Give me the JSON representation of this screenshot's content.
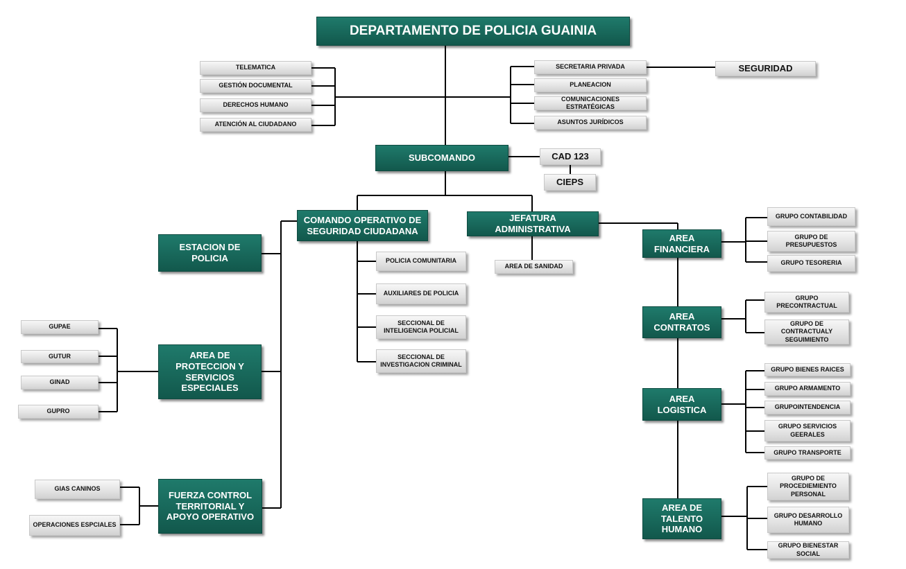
{
  "title": "DEPARTAMENTO DE POLICIA GUAINIA",
  "staff_left": [
    "TELEMATICA",
    "GESTIÓN DOCUMENTAL",
    "DERECHOS HUMANO",
    "ATENCIÓN AL CIUDADANO"
  ],
  "staff_right": [
    "SECRETARIA PRIVADA",
    "PLANEACION",
    "COMUNICACIONES ESTRATÉGICAS",
    "ASUNTOS JURÍDICOS"
  ],
  "seguridad": "SEGURIDAD",
  "subcomando": "SUBCOMANDO",
  "cad": "CAD 123",
  "cieps": "CIEPS",
  "comando": "COMANDO OPERATIVO DE SEGURIDAD CIUDADANA",
  "comando_units": [
    "POLICIA COMUNITARIA",
    "AUXILIARES DE POLICIA",
    "SECCIONAL DE INTELIGENCIA POLICIAL",
    "SECCIONAL DE INVESTIGACION CRIMINAL"
  ],
  "estacion": "ESTACION DE POLICIA",
  "proteccion": "AREA DE PROTECCION Y SERVICIOS ESPECIALES",
  "proteccion_groups": [
    "GUPAE",
    "GUTUR",
    "GINAD",
    "GUPRO"
  ],
  "fuerza": "FUERZA CONTROL TERRITORIAL Y APOYO OPERATIVO",
  "fuerza_groups": [
    "GIAS CANINOS",
    "OPERACIONES ESPCIALES"
  ],
  "jefatura": "JEFATURA ADMINISTRATIVA",
  "sanidad": "AREA DE SANIDAD",
  "financiera": "AREA FINANCIERA",
  "financiera_groups": [
    "GRUPO CONTABILIDAD",
    "GRUPO DE PRESUPUESTOS",
    "GRUPO TESORERIA"
  ],
  "contratos": "AREA CONTRATOS",
  "contratos_groups": [
    "GRUPO PRECONTRACTUAL",
    "GRUPO DE CONTRACTUALY SEGUIMIENTO"
  ],
  "logistica": "AREA LOGISTICA",
  "logistica_groups": [
    "GRUPO BIENES RAICES",
    "GRUPO ARMAMENTO",
    "GRUPOINTENDENCIA",
    "GRUPO SERVICIOS GEERALES",
    "GRUPO TRANSPORTE"
  ],
  "talento": "AREA DE TALENTO HUMANO",
  "talento_groups": [
    "GRUPO DE PROCEDIEMIENTO PERSONAL",
    "GRUPO DESARROLLO HUMANO",
    "GRUPO BIENESTAR SOCIAL"
  ],
  "colors": {
    "dark_box": "#1a6e60",
    "light_box": "#e4e4e4",
    "line": "#000000"
  }
}
